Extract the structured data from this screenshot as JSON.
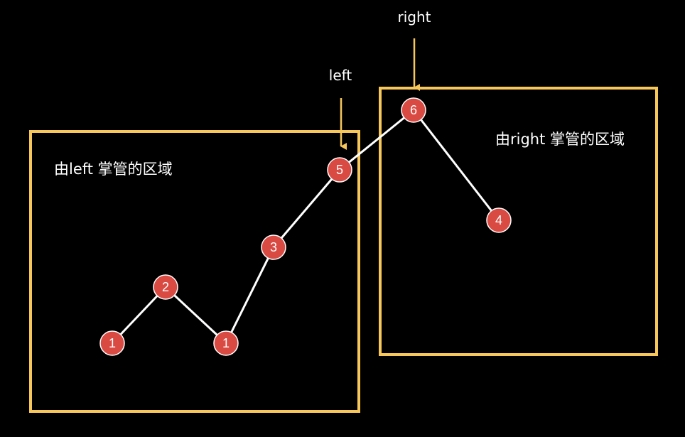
{
  "colors": {
    "background": "#000000",
    "region_border": "#f7c75a",
    "arrow": "#f7c75a",
    "node_fill": "#d94a43",
    "node_stroke": "#ffffff",
    "edge": "#ffffff",
    "text": "#ffffff"
  },
  "regions": [
    {
      "id": "left-region",
      "label": "由left 掌管的区域"
    },
    {
      "id": "right-region",
      "label": "由right 掌管的区域"
    }
  ],
  "pointers": [
    {
      "id": "left-pointer",
      "label": "left",
      "target_node": 4
    },
    {
      "id": "right-pointer",
      "label": "right",
      "target_node": 5
    }
  ],
  "nodes": [
    {
      "index": 0,
      "value": "1"
    },
    {
      "index": 1,
      "value": "2"
    },
    {
      "index": 2,
      "value": "1"
    },
    {
      "index": 3,
      "value": "3"
    },
    {
      "index": 4,
      "value": "5"
    },
    {
      "index": 5,
      "value": "6"
    },
    {
      "index": 6,
      "value": "4"
    }
  ],
  "edges": [
    [
      0,
      1
    ],
    [
      1,
      2
    ],
    [
      2,
      3
    ],
    [
      3,
      4
    ],
    [
      4,
      5
    ],
    [
      5,
      6
    ]
  ]
}
